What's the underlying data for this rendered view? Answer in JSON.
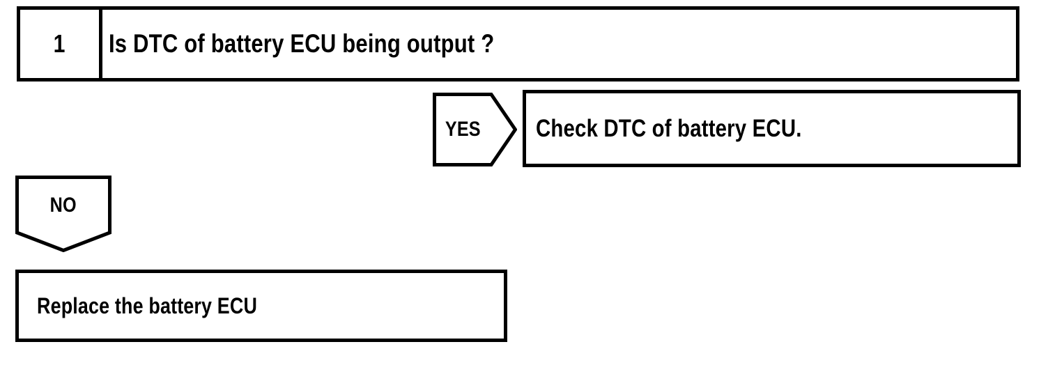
{
  "colors": {
    "ink": "#000000",
    "paper": "#ffffff"
  },
  "flowchart": {
    "step": {
      "number": "1",
      "question": "Is DTC of battery ECU being output ?"
    },
    "yes_branch": {
      "label": "YES",
      "action": "Check DTC of battery ECU."
    },
    "no_branch": {
      "label": "NO",
      "action": "Replace the battery ECU"
    }
  }
}
